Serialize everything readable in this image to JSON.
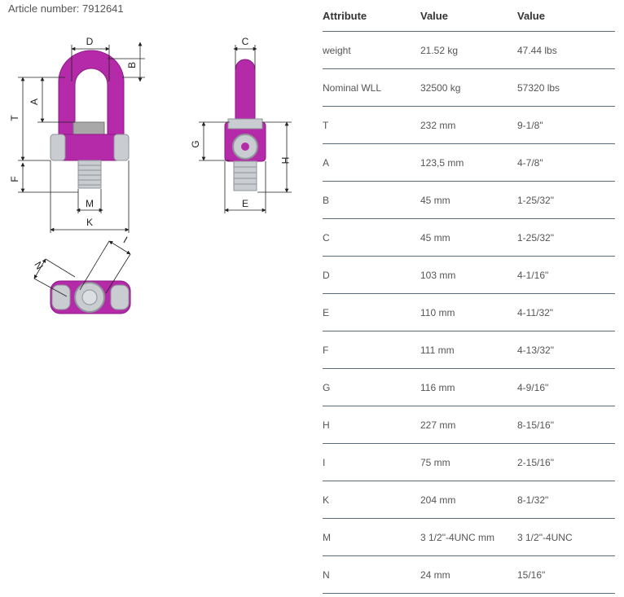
{
  "article": {
    "text": "Article number: 7912641"
  },
  "drawing": {
    "labels": {
      "D": "D",
      "B": "B",
      "A": "A",
      "T": "T",
      "F": "F",
      "M": "M",
      "K": "K",
      "C": "C",
      "G": "G",
      "H": "H",
      "E": "E",
      "I": "I",
      "N": "N"
    },
    "colors": {
      "body": "#b42aa8",
      "body_dark": "#8e1a86",
      "steel": "#c9ccd0",
      "steel_dark": "#8f9499",
      "nut": "#a8a8a8"
    }
  },
  "table": {
    "headers": [
      "Attribute",
      "Value",
      "Value"
    ],
    "rows": [
      [
        "weight",
        "21.52 kg",
        "47.44 lbs"
      ],
      [
        "Nominal WLL",
        "32500 kg",
        "57320 lbs"
      ],
      [
        "T",
        "232 mm",
        "9-1/8\""
      ],
      [
        "A",
        "123,5 mm",
        "4-7/8\""
      ],
      [
        "B",
        "45 mm",
        "1-25/32\""
      ],
      [
        "C",
        "45 mm",
        "1-25/32\""
      ],
      [
        "D",
        "103 mm",
        "4-1/16\""
      ],
      [
        "E",
        "110 mm",
        "4-11/32\""
      ],
      [
        "F",
        "111 mm",
        "4-13/32\""
      ],
      [
        "G",
        "116 mm",
        "4-9/16\""
      ],
      [
        "H",
        "227 mm",
        "8-15/16\""
      ],
      [
        "I",
        "75 mm",
        "2-15/16\""
      ],
      [
        "K",
        "204 mm",
        "8-1/32\""
      ],
      [
        "M",
        "3 1/2\"-4UNC mm",
        "3 1/2\"-4UNC"
      ],
      [
        "N",
        "24 mm",
        "15/16\""
      ]
    ]
  }
}
